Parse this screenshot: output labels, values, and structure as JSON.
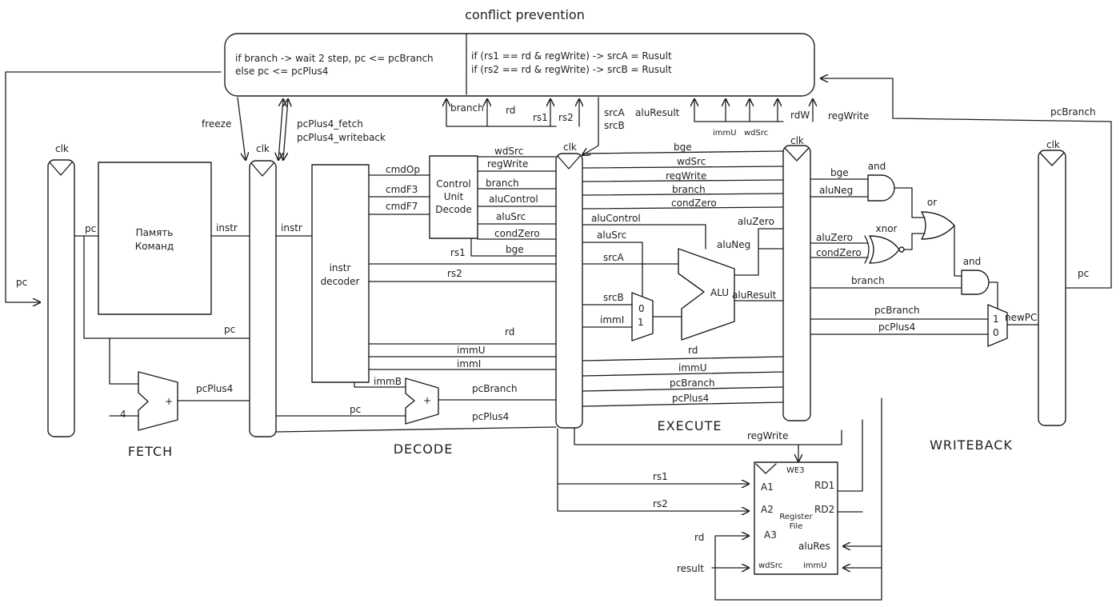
{
  "title": "conflict prevention",
  "conflict": {
    "left_line1": "if branch -> wait 2 step, pc <= pcBranch",
    "left_line2": "else pc <= pcPlus4",
    "right_line1": "if (rs1 == rd & regWrite) -> srcA = Rusult",
    "right_line2": "if (rs2 == rd & regWrite) -> srcB = Rusult"
  },
  "stages": {
    "fetch": "FETCH",
    "decode": "DECODE",
    "execute": "EXECUTE",
    "writeback": "WRITEBACK"
  },
  "blocks": {
    "mem_line1": "Память",
    "mem_line2": "Команд",
    "dec_line1": "instr",
    "dec_line2": "decoder",
    "cu_line1": "Control",
    "cu_line2": "Unit",
    "cu_line3": "Decode",
    "alu": "ALU",
    "rf_title": "WE3",
    "rf_name1": "Register",
    "rf_name2": "File",
    "rf_a1": "A1",
    "rf_a2": "A2",
    "rf_a3": "A3",
    "rf_rd1": "RD1",
    "rf_rd2": "RD2",
    "rf_alures": "aluRes",
    "rf_wdsrc": "wdSrc",
    "rf_immu": "immU",
    "mux_0": "0",
    "mux_1": "1",
    "plus": "+"
  },
  "logic": {
    "and1": "and",
    "or": "or",
    "xnor": "xnor",
    "and2": "and"
  },
  "labels": {
    "clk": "clk",
    "pc": "pc",
    "instr": "instr",
    "four": "4",
    "pcPlus4": "pcPlus4",
    "freeze": "freeze",
    "pcPlus4_fetch": "pcPlus4_fetch",
    "pcPlus4_writeback": "pcPlus4_writeback",
    "cmdOp": "cmdOp",
    "cmdF3": "cmdF3",
    "cmdF7": "cmdF7",
    "wdSrc": "wdSrc",
    "regWrite": "regWrite",
    "branch": "branch",
    "aluControl": "aluControl",
    "aluSrc": "aluSrc",
    "condZero": "condZero",
    "bge": "bge",
    "rs1": "rs1",
    "rs2": "rs2",
    "rd": "rd",
    "immU": "immU",
    "immI": "immI",
    "immB": "immB",
    "pcBranch": "pcBranch",
    "srcA": "srcA",
    "srcB": "srcB",
    "aluResult": "aluResult",
    "rdW": "rdW",
    "aluNeg": "aluNeg",
    "aluZero": "aluZero",
    "newPC": "newPC",
    "result": "result"
  }
}
